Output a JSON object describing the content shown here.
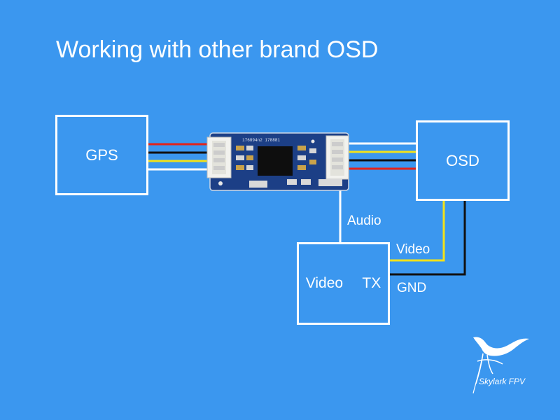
{
  "title": "Working with other brand OSD",
  "boxes": {
    "gps": "GPS",
    "osd": "OSD",
    "video_tx": "Video  TX"
  },
  "labels": {
    "audio": "Audio",
    "video": "Video",
    "gnd": "GND"
  },
  "board": {
    "silkscreen": "176894n2 178881"
  },
  "logo": {
    "text": "Skylark FPV",
    "icon": "bird-icon"
  },
  "colors": {
    "background": "#3b97ef",
    "wire_red": "#e2231a",
    "wire_black": "#111111",
    "wire_yellow": "#f2e21b",
    "wire_white": "#ffffff",
    "pcb": "#1c3f86"
  }
}
